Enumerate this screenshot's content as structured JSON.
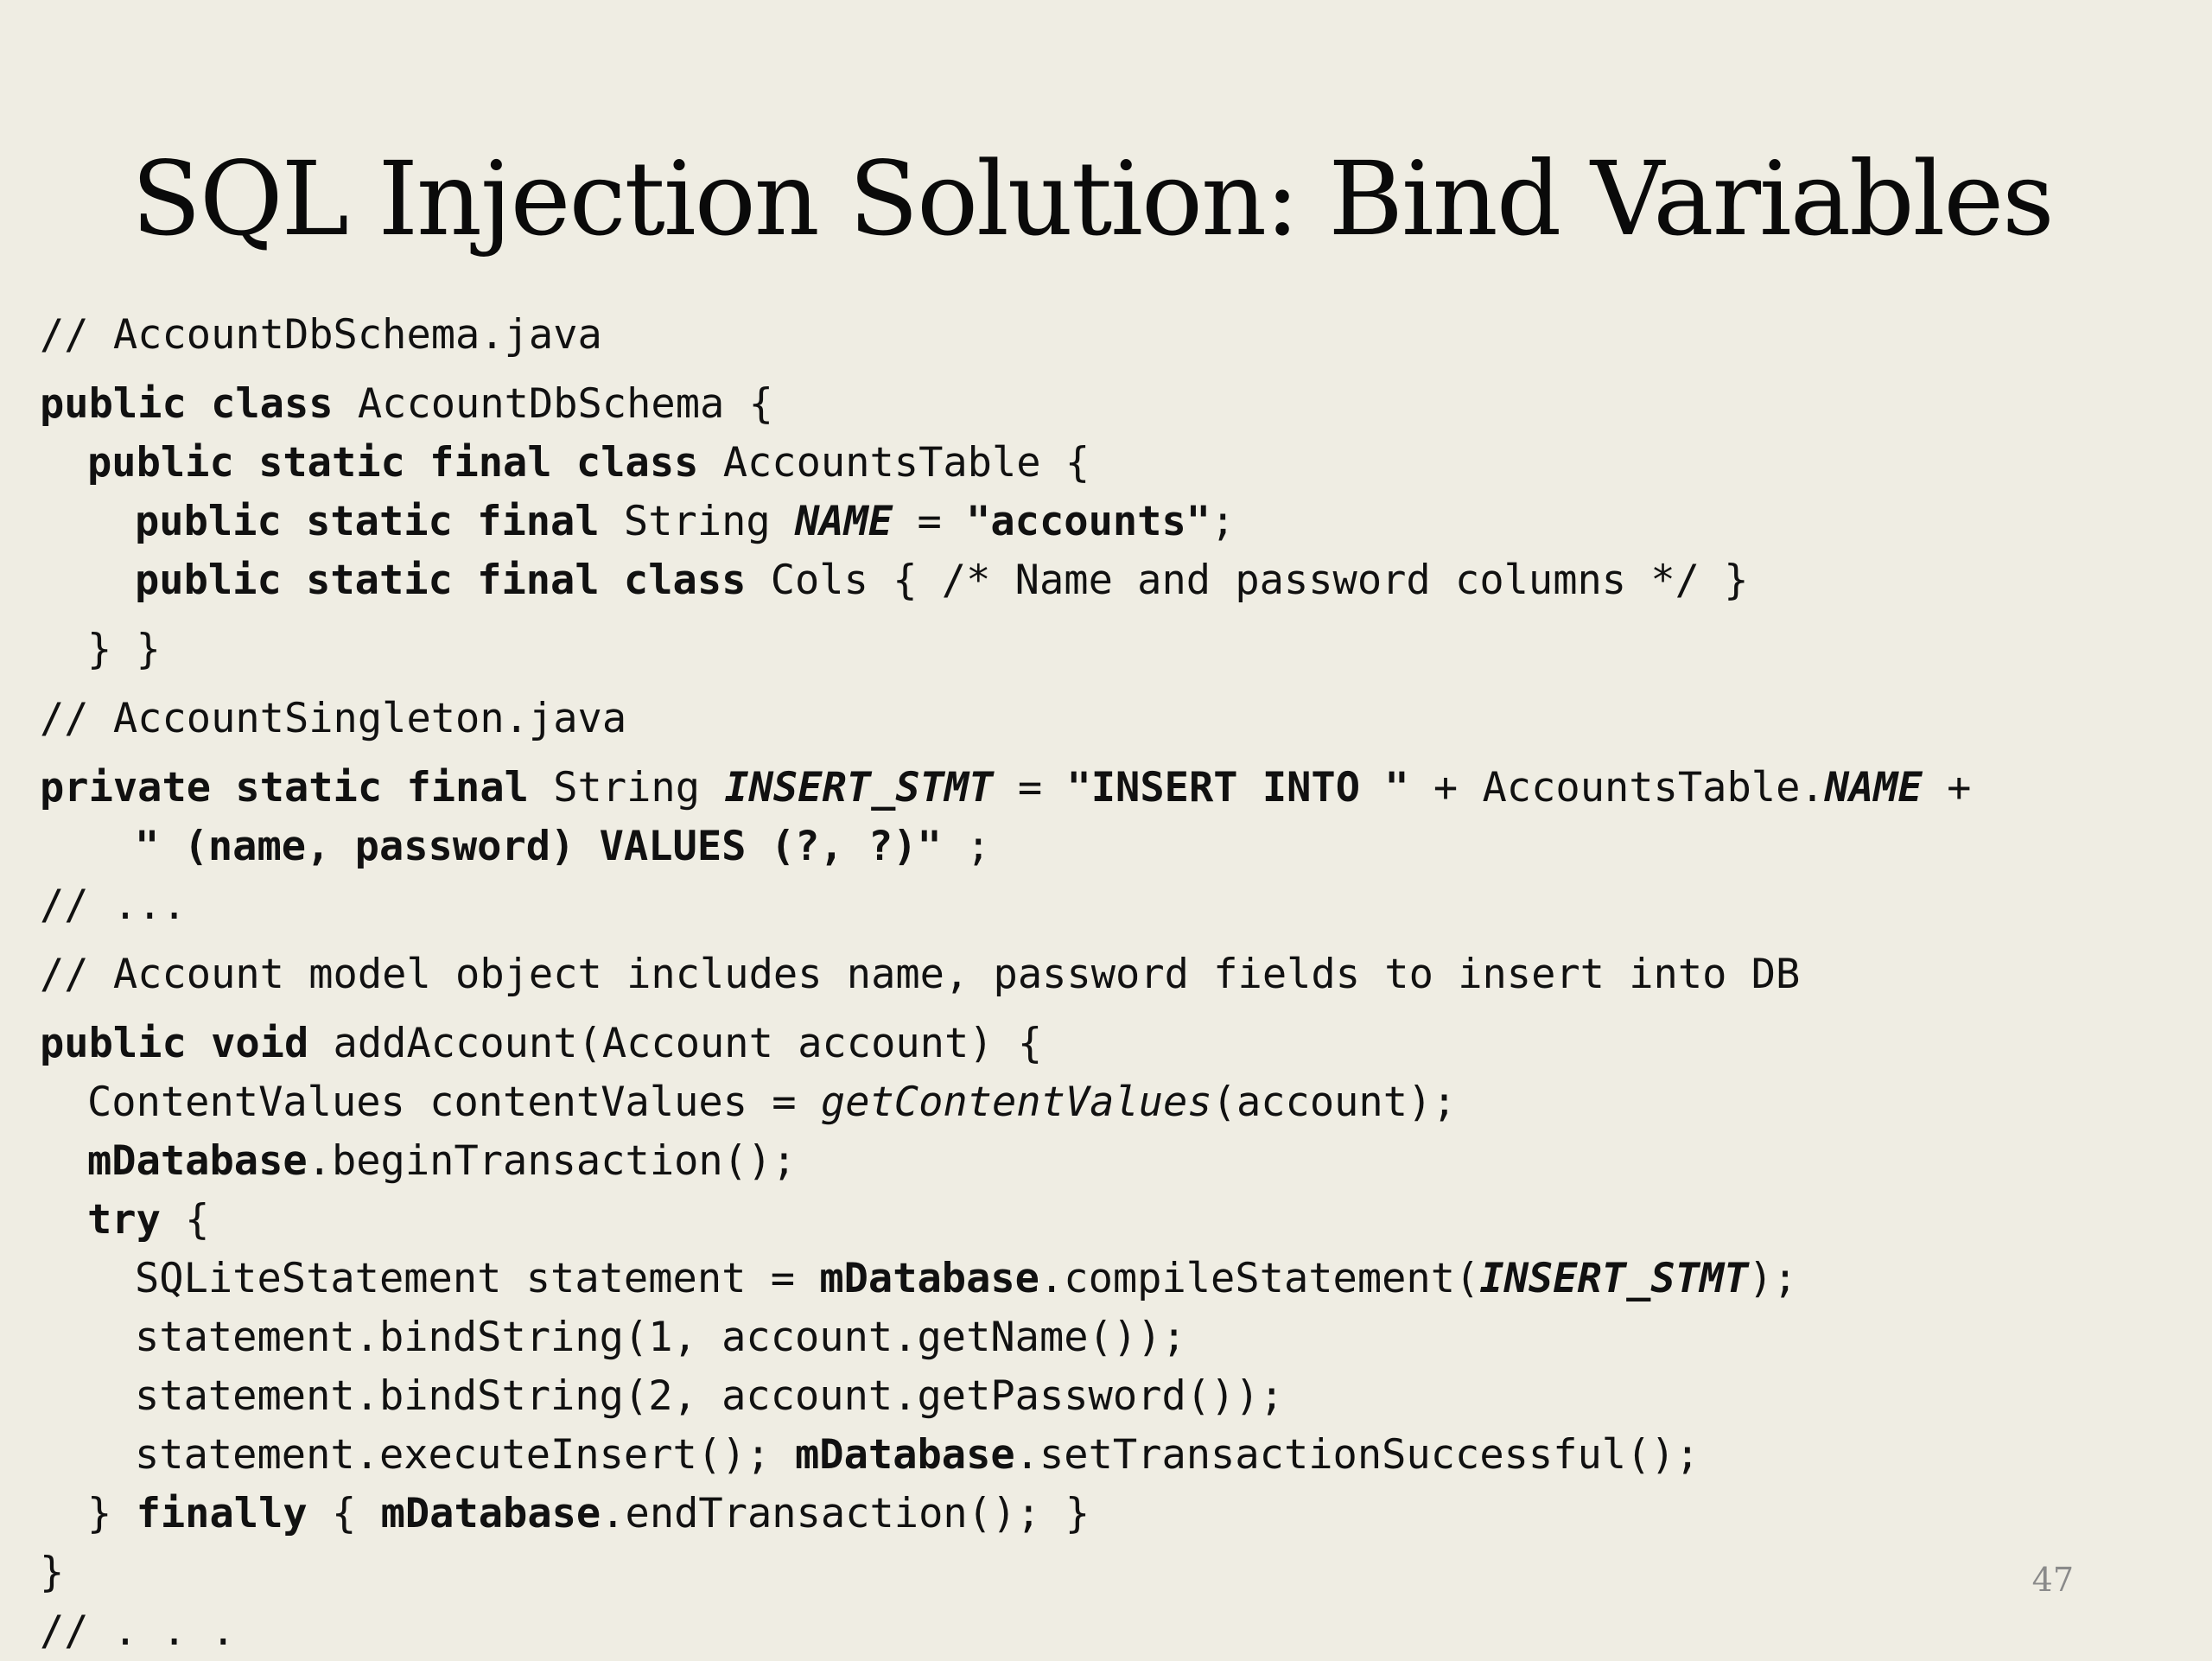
{
  "slide": {
    "title": "SQL Injection Solution: Bind Variables",
    "page_number": "47"
  },
  "code": {
    "l1": {
      "comment": "// AccountDbSchema.java"
    },
    "l2": {
      "kw": "public class",
      "rest": " AccountDbSchema {"
    },
    "l3": {
      "kw": "public static final class",
      "rest": " AccountsTable {"
    },
    "l4": {
      "kw": "public static final",
      "t1": " String ",
      "name": "NAME",
      "t2": " = ",
      "str": "\"accounts\"",
      "end": ";"
    },
    "l5": {
      "kw": "public static final class",
      "rest": " Cols { /* Name and password columns */ }"
    },
    "l6": {
      "text": "} }"
    },
    "l7": {
      "comment": "// AccountSingleton.java"
    },
    "l8": {
      "kw": "private static final",
      "t1": " String ",
      "const": "INSERT_STMT",
      "t2": " = ",
      "str": "\"INSERT INTO \"",
      "t3": " + AccountsTable.",
      "name": "NAME",
      "t4": " +"
    },
    "l9": {
      "str": "\" (name, password) VALUES (?, ?)\"",
      "end": " ;"
    },
    "l10": {
      "comment": "// ..."
    },
    "l11": {
      "comment": "// Account model object includes name, password fields to insert into DB"
    },
    "l12": {
      "kw": "public void",
      "rest": " addAccount(Account account) {"
    },
    "l13": {
      "t1": "ContentValues contentValues = ",
      "method": "getContentValues",
      "t2": "(account);"
    },
    "l14": {
      "field": "mDatabase",
      "rest": ".beginTransaction();"
    },
    "l15": {
      "kw": "try",
      "rest": " {"
    },
    "l16": {
      "t1": "SQLiteStatement statement = ",
      "field": "mDatabase",
      "t2": ".compileStatement(",
      "const": "INSERT_STMT",
      "t3": ");"
    },
    "l17": {
      "text": "statement.bindString(1, account.getName());"
    },
    "l18": {
      "text": "statement.bindString(2, account.getPassword());"
    },
    "l19": {
      "t1": "statement.executeInsert(); ",
      "field": "mDatabase",
      "t2": ".setTransactionSuccessful();"
    },
    "l20": {
      "t1": "} ",
      "kw": "finally",
      "t2": " { ",
      "field": "mDatabase",
      "t3": ".endTransaction(); }"
    },
    "l21": {
      "text": "}"
    },
    "l22": {
      "comment": "// . . ."
    }
  }
}
